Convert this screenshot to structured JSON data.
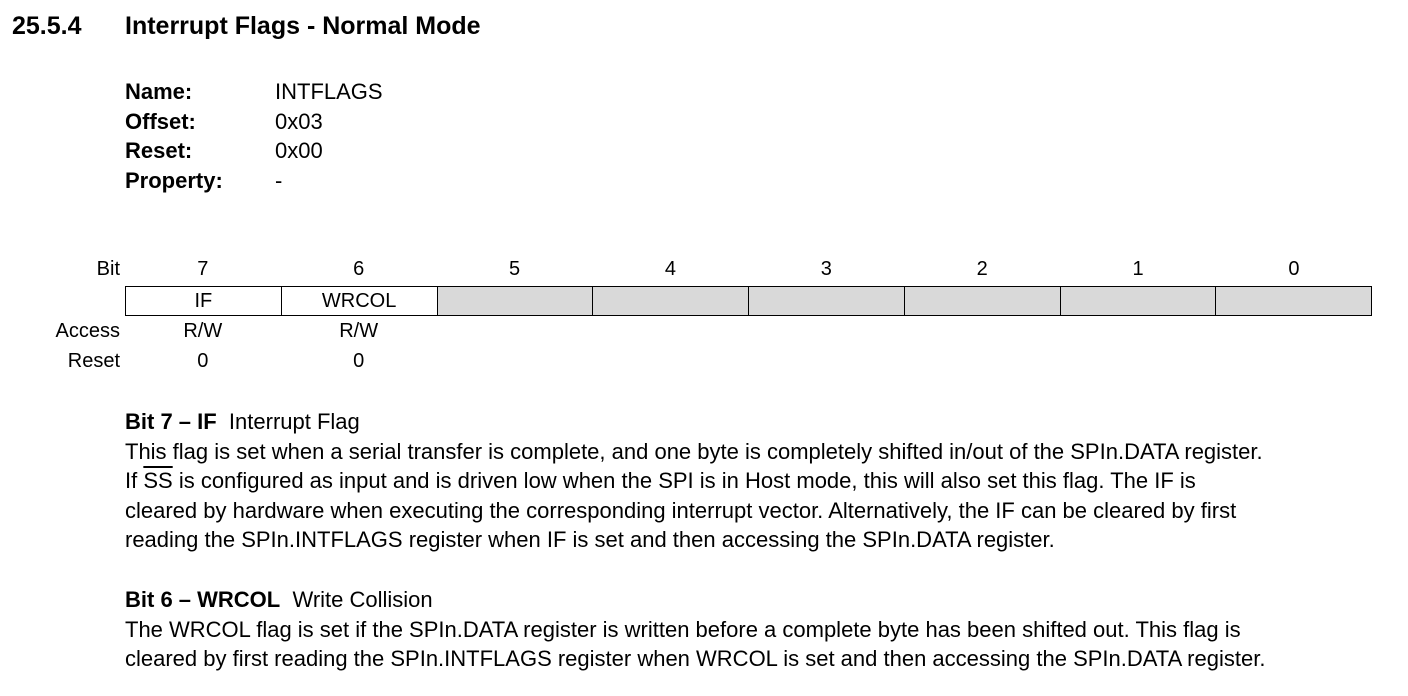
{
  "section": {
    "number": "25.5.4",
    "title": "Interrupt Flags - Normal Mode"
  },
  "properties": [
    {
      "key": "Name:",
      "value": "INTFLAGS"
    },
    {
      "key": "Offset:",
      "value": "0x03"
    },
    {
      "key": "Reset:",
      "value": "0x00"
    },
    {
      "key": "Property:",
      "value": "-"
    }
  ],
  "register": {
    "bit_label": "Bit",
    "access_label": "Access",
    "reset_label": "Reset",
    "bits": [
      "7",
      "6",
      "5",
      "4",
      "3",
      "2",
      "1",
      "0"
    ],
    "fields": [
      "IF",
      "WRCOL",
      "",
      "",
      "",
      "",
      "",
      ""
    ],
    "access": [
      "R/W",
      "R/W",
      "",
      "",
      "",
      "",
      "",
      ""
    ],
    "reset": [
      "0",
      "0",
      "",
      "",
      "",
      "",
      "",
      ""
    ]
  },
  "bit7": {
    "title": "Bit 7 – IF",
    "name": "Interrupt Flag",
    "line1": "This flag is set when a serial transfer is complete, and one byte is completely shifted in/out of the SPIn.DATA register.",
    "line2_pre": "If ",
    "line2_ss": "SS",
    "line2_post": " is configured as input and is driven low when the SPI is in Host mode, this will also set this flag. The IF is",
    "line3": "cleared by hardware when executing the corresponding interrupt vector. Alternatively, the IF can be cleared by first",
    "line4": "reading the SPIn.INTFLAGS register when IF is set and then accessing the SPIn.DATA register."
  },
  "bit6": {
    "title": "Bit 6 – WRCOL",
    "name": "Write Collision",
    "line1": "The WRCOL flag is set if the SPIn.DATA register is written before a complete byte has been shifted out. This flag is",
    "line2": "cleared by first reading the SPIn.INTFLAGS register when WRCOL is set and then accessing the SPIn.DATA register."
  }
}
